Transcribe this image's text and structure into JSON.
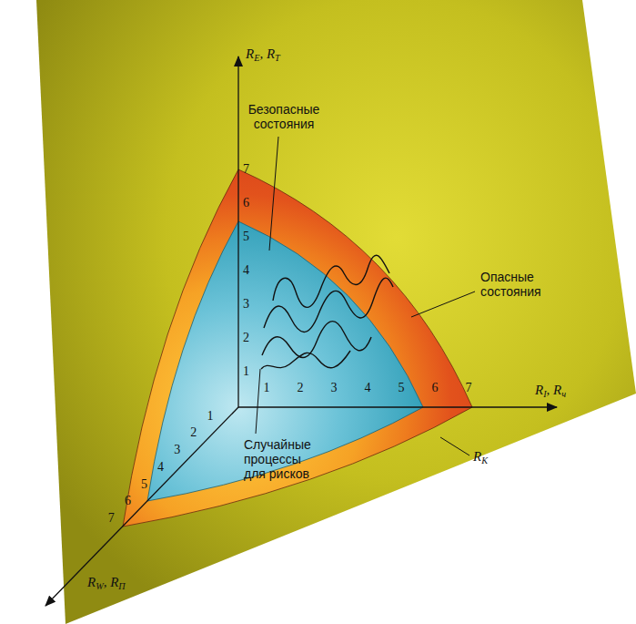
{
  "diagram": {
    "labels": [
      "RE, RT",
      "Безопасные состояния",
      "7",
      "6",
      "5",
      "4",
      "3",
      "2",
      "1",
      "Опасные состояния",
      "1",
      "2",
      "3",
      "4",
      "5",
      "6",
      "7",
      "RI, Rч",
      "1",
      "2",
      "3",
      "4",
      "5",
      "6",
      "7",
      "Случайные процессы для рисков",
      "RK",
      "RW, RП"
    ]
  }
}
